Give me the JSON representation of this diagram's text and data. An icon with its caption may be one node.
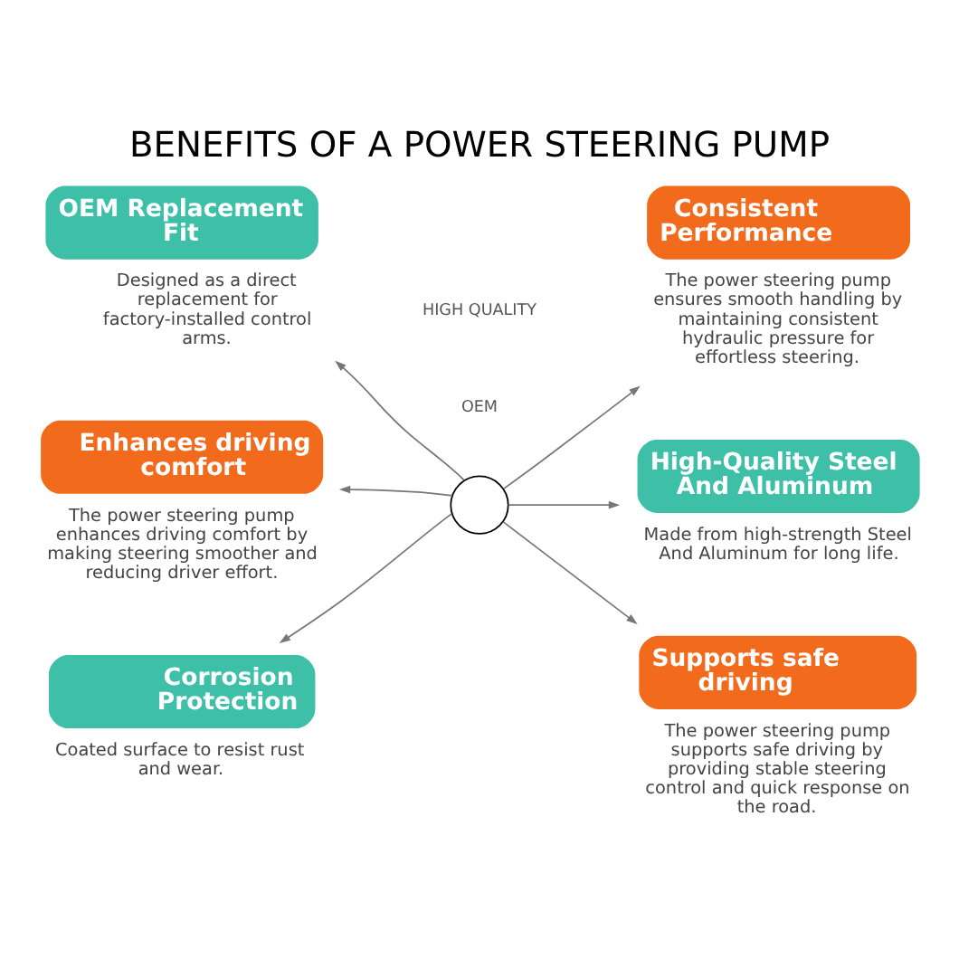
{
  "diagram": {
    "title": "BENEFITS OF A POWER STEERING PUMP",
    "nodes": [
      {
        "text": [],
        "shape": "circle"
      },
      {
        "text": [
          "OEM Replacement Fit"
        ],
        "beside": [
          "Designed as a direct replacement for factory-installed control arms."
        ]
      },
      {
        "text": [
          "Consistent Performance"
        ],
        "beside": [
          "The power steering pump ensures smooth handling by maintaining consistent hydraulic pressure for effortless steering."
        ]
      },
      {
        "text": [
          "Enhances driving comfort"
        ],
        "beside": [
          "The power steering pump enhances driving comfort by making steering smoother and reducing driver effort."
        ]
      },
      {
        "text": [
          "High-Quality Steel And Aluminum"
        ],
        "beside": [
          "Made from high-strength Steel And Aluminum for long life."
        ]
      },
      {
        "text": [
          "Corrosion Protection"
        ],
        "beside": [
          "Coated surface to resist rust and wear."
        ]
      },
      {
        "text": [
          "Supports safe driving"
        ],
        "beside": [
          "The power steering pump supports safe driving by providing stable steering control and quick response on the road."
        ]
      }
    ],
    "edges": [
      {
        "from": 0,
        "to": 1,
        "arrow": "to"
      },
      {
        "from": 0,
        "to": 2,
        "arrow": "to"
      },
      {
        "from": 0,
        "to": 3,
        "arrow": "to"
      },
      {
        "from": 0,
        "to": 4,
        "arrow": "to"
      },
      {
        "from": 0,
        "to": 5,
        "arrow": "to"
      },
      {
        "from": 0,
        "to": 6,
        "arrow": "to"
      }
    ],
    "labels": [
      "OEM",
      "HIGH QUALITY"
    ]
  }
}
